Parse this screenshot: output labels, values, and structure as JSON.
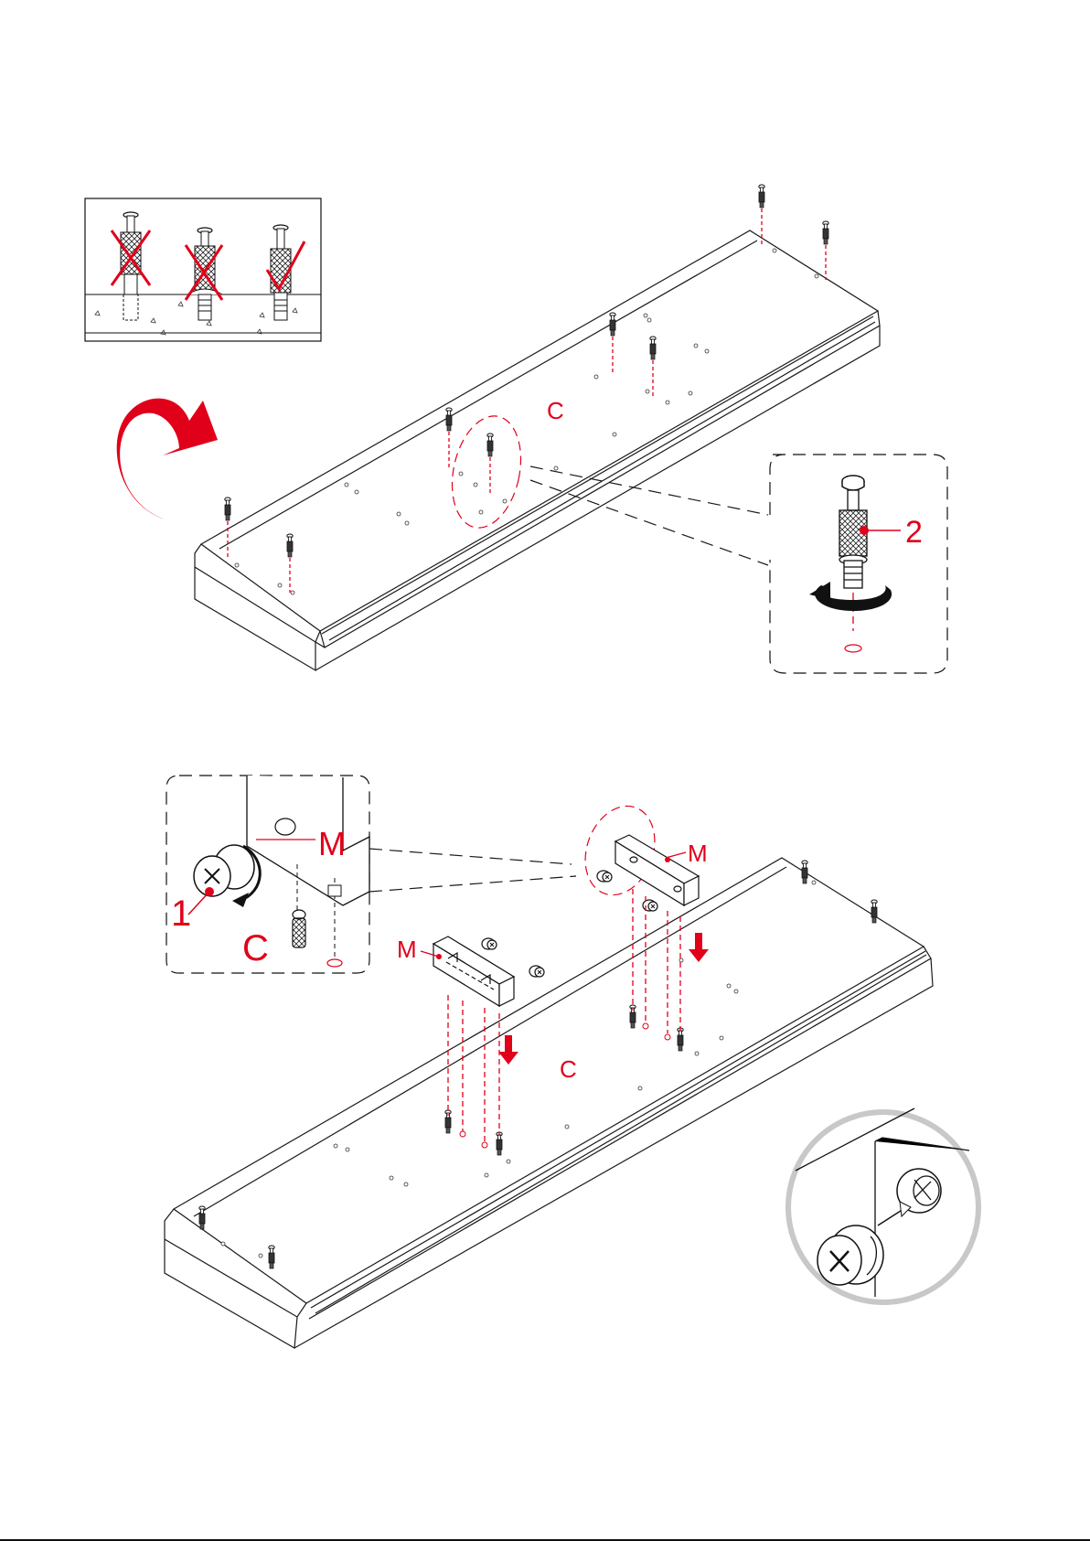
{
  "step1": {
    "panel_label": "C",
    "callout_part_number": "2"
  },
  "step2": {
    "panel_label": "C",
    "block_label_left": "M",
    "block_label_right": "M",
    "callout_block_label": "M",
    "callout_panel_label": "C",
    "callout_part_number": "1"
  },
  "colors": {
    "line": "#1a1a1a",
    "accent": "#e1001a",
    "ring": "#c8c8c8"
  },
  "icons": [
    "rotate-arrow-icon",
    "rotate-clockwise-icon",
    "arrow-down-icon",
    "cross-mark-icon",
    "check-mark-icon",
    "cam-lock-icon",
    "cam-bolt-icon"
  ]
}
